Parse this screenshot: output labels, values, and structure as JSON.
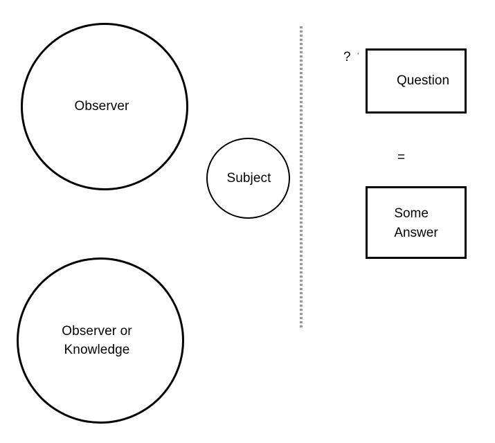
{
  "diagram": {
    "title": "Observer / Subject / Question-Answer diagram",
    "background_color": "#ffffff",
    "stroke_color": "#000000",
    "divider_color": "#999999",
    "shapes": {
      "observer_circle": {
        "label": "Observer",
        "shape": "circle"
      },
      "subject_circle": {
        "label": "Subject",
        "shape": "circle"
      },
      "knowledge_circle": {
        "label": "Observer or\nKnowledge",
        "shape": "circle"
      },
      "question_box": {
        "label": "Question",
        "shape": "rectangle"
      },
      "answer_box": {
        "label": "Some\nAnswer",
        "shape": "rectangle"
      }
    },
    "marks": {
      "question_mark": "?",
      "tick_mark": "'",
      "equals_sign": "="
    },
    "divider": {
      "style": "dotted-vertical-line"
    }
  }
}
